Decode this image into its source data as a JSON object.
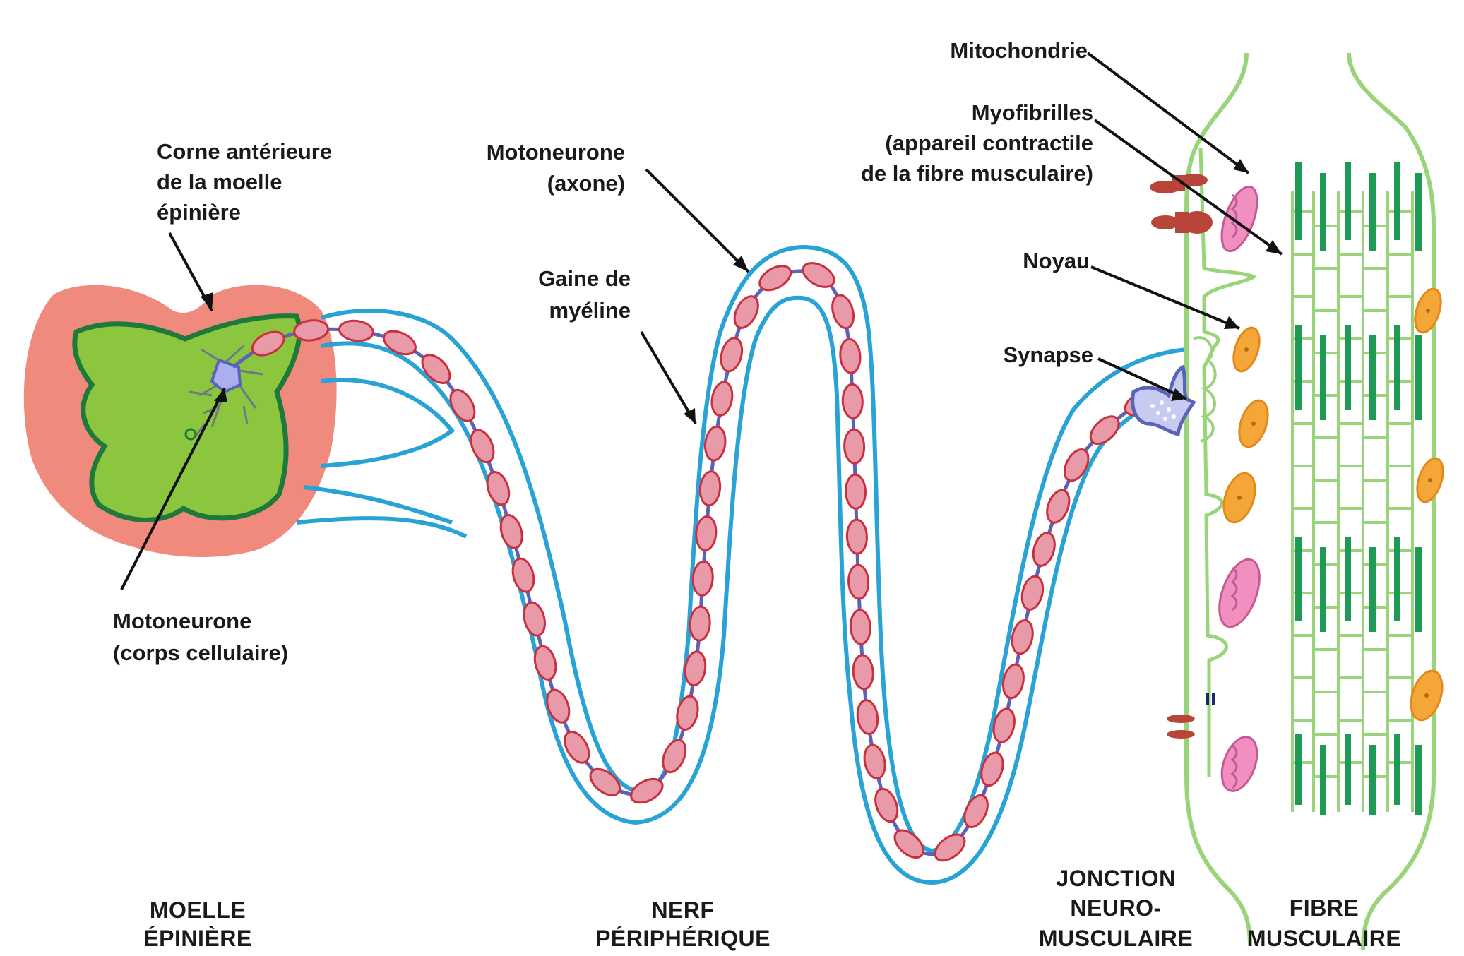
{
  "labels": {
    "corne_1": "Corne antérieure",
    "corne_2": "de la moelle",
    "corne_3": "épinière",
    "moto_corps_1": "Motoneurone",
    "moto_corps_2": "(corps cellulaire)",
    "moto_axone_1": "Motoneurone",
    "moto_axone_2": "(axone)",
    "gaine_1": "Gaine de",
    "gaine_2": "myéline",
    "mito": "Mitochondrie",
    "myo_1": "Myofibrilles",
    "myo_2": "(appareil contractile",
    "myo_3": "de la fibre musculaire)",
    "noyau": "Noyau",
    "synapse": "Synapse"
  },
  "sections": {
    "moelle_1": "MOELLE",
    "moelle_2": "ÉPINIÈRE",
    "nerf_1": "NERF",
    "nerf_2": "PÉRIPHÉRIQUE",
    "jonction_1": "JONCTION",
    "jonction_2": "NEURO-",
    "jonction_3": "MUSCULAIRE",
    "fibre_1": "FIBRE",
    "fibre_2": "MUSCULAIRE"
  },
  "colors": {
    "spinal_outer": "#f08a7c",
    "spinal_inner": "#8cc63f",
    "spinal_border": "#1e7a3a",
    "nerve": "#29a3d6",
    "axon": "#5b63b8",
    "myelin_fill": "#e89aa8",
    "myelin_stroke": "#c8303f",
    "muscle": "#9ad47a",
    "myofibril": "#1f9a55",
    "nucleus": "#f5a638",
    "mitochondria": "#f08fc0",
    "channel": "#b9453a"
  }
}
